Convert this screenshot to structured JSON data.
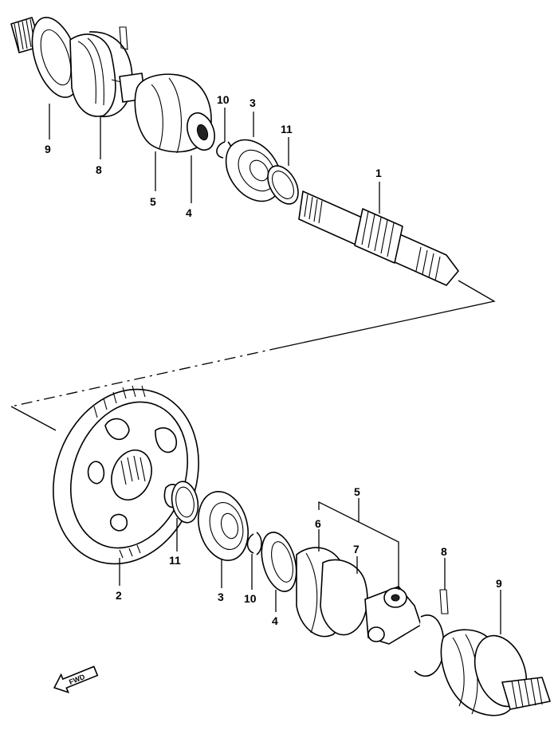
{
  "callouts": {
    "top": {
      "p9": "9",
      "p8": "8",
      "p5": "5",
      "p4": "4",
      "p10": "10",
      "p3": "3",
      "p11": "11",
      "p1": "1"
    },
    "bottom": {
      "p2": "2",
      "p11": "11",
      "p3": "3",
      "p10": "10",
      "p4": "4",
      "p5": "5",
      "p6": "6",
      "p7": "7",
      "p8": "8",
      "p9": "9"
    }
  },
  "fwd_label": "FWD"
}
